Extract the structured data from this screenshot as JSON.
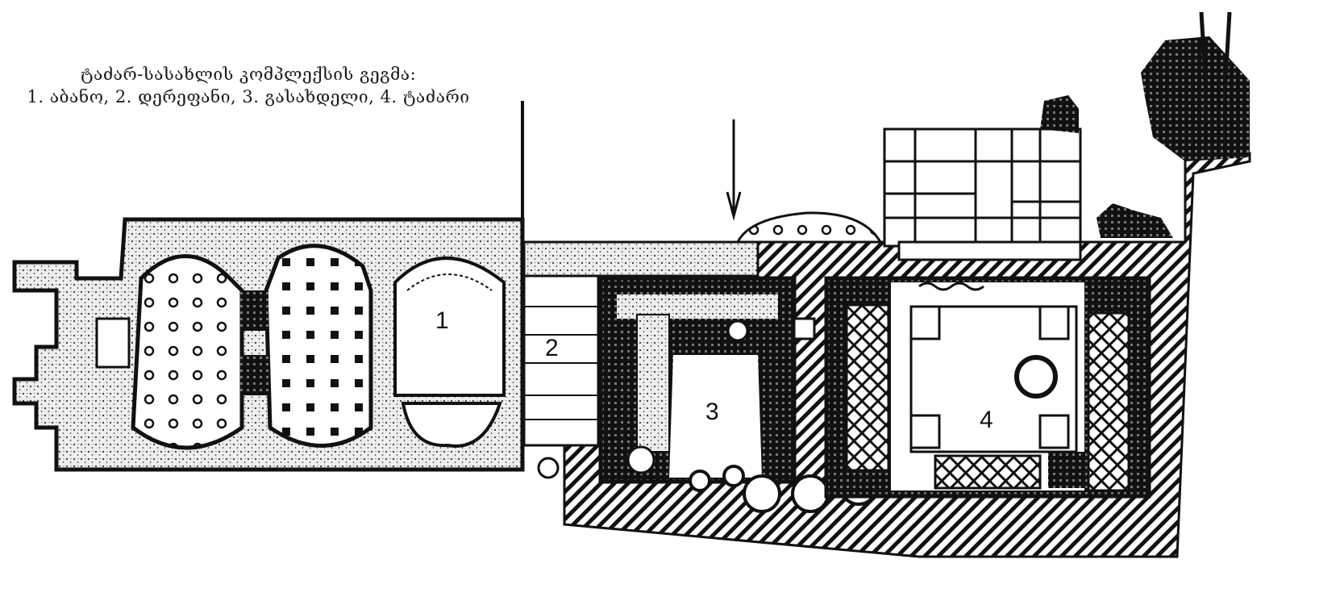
{
  "caption": {
    "title": "ტაძარ-სასახლის კომპლექსის გეგმა:",
    "legend": "1. აბანო, 2. დერეფანი, 3. გასახდელი, 4. ტაძარი"
  },
  "rooms": [
    {
      "number": "1",
      "name": "აბანო"
    },
    {
      "number": "2",
      "name": "დერეფანი"
    },
    {
      "number": "3",
      "name": "გასახდელი"
    },
    {
      "number": "4",
      "name": "ტაძარი"
    }
  ],
  "colors": {
    "ink": "#111111",
    "paper": "#ffffff"
  }
}
